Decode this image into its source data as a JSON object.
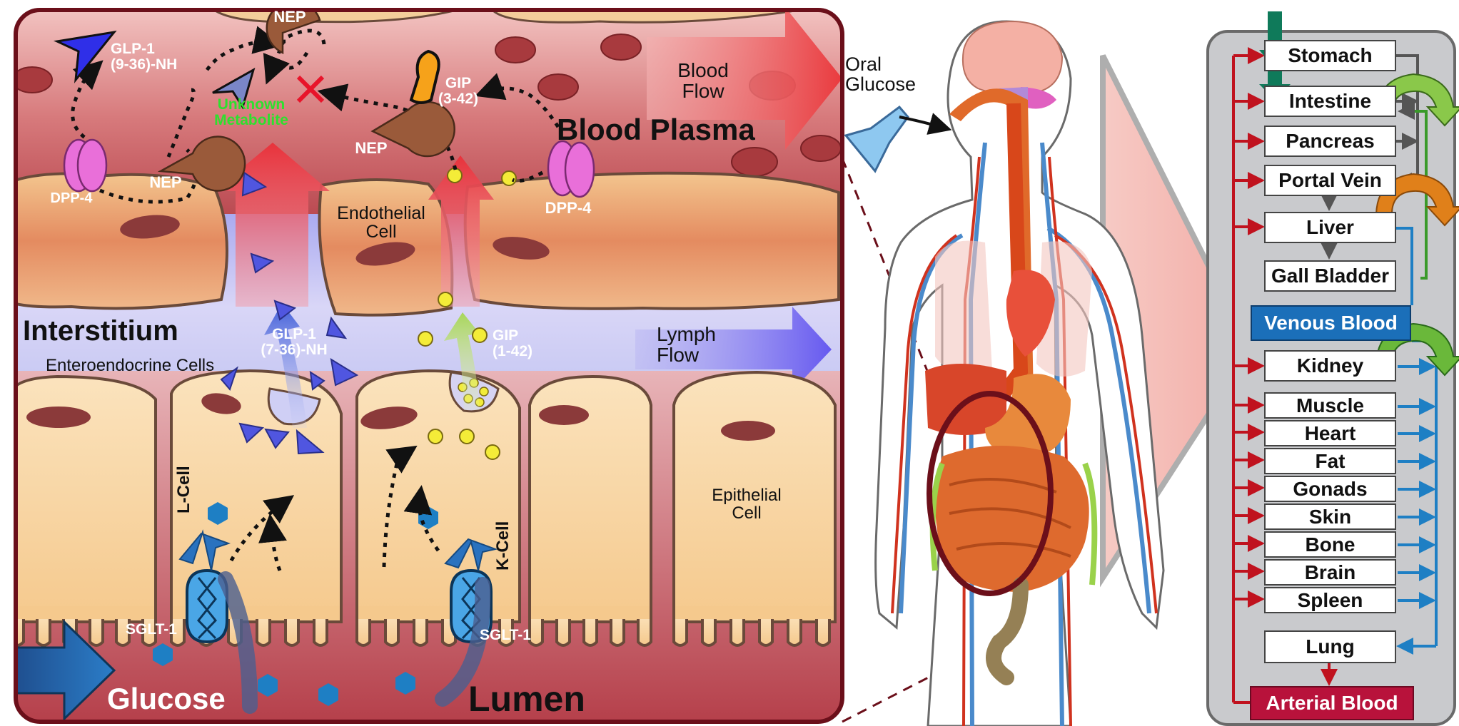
{
  "colors": {
    "plasma": "#b8464e",
    "interstitium": "#c9c8f5",
    "lumen": "#b53f4a",
    "cell": "#f7d3a0",
    "nucleus": "#8b3a3a",
    "glp1": "#4a55d6",
    "gip": "#f6a21a",
    "nep": "#9a5a3a",
    "dpp4": "#e96fd9",
    "glucose": "#1e7fc4",
    "venous": "#1b6fb9",
    "arterial": "#b8123b",
    "artery_line": "#c0121e",
    "vein_line": "#1e7fc4"
  },
  "panel_left": {
    "region_labels": {
      "blood_plasma": "Blood Plasma",
      "interstitium": "Interstitium",
      "lumen": "Lumen",
      "glucose": "Glucose"
    },
    "flows": {
      "blood_flow": [
        "Blood",
        "Flow"
      ],
      "lymph_flow": [
        "Lymph",
        "Flow"
      ]
    },
    "cells": {
      "enteroendocrine": "Enteroendocrine Cells",
      "endothelial": [
        "Endothelial",
        "Cell"
      ],
      "epithelial": [
        "Epithelial",
        "Cell"
      ],
      "l_cell": "L-Cell",
      "k_cell": "K-Cell"
    },
    "molecules": {
      "glp1_inactive": [
        "GLP-1",
        "(9-36)-NH"
      ],
      "glp1_active": [
        "GLP-1",
        "(7-36)-NH"
      ],
      "gip_inactive": [
        "GIP",
        "(3-42)"
      ],
      "gip_active": [
        "GIP",
        "(1-42)"
      ],
      "unknown_metabolite": [
        "Unknown",
        "Metabolite"
      ],
      "nep": "NEP",
      "dpp4": "DPP-4",
      "sglt1": "SGLT-1"
    }
  },
  "body": {
    "oral_glucose": [
      "Oral",
      "Glucose"
    ]
  },
  "panel_right": {
    "organs": [
      {
        "label": "Stomach",
        "kind": "gi"
      },
      {
        "label": "Intestine",
        "kind": "gi"
      },
      {
        "label": "Pancreas",
        "kind": "gi"
      },
      {
        "label": "Portal Vein",
        "kind": "gi"
      },
      {
        "label": "Liver",
        "kind": "liver"
      },
      {
        "label": "Gall Bladder",
        "kind": "liver"
      },
      {
        "label": "Kidney",
        "kind": "peripheral"
      },
      {
        "label": "Muscle",
        "kind": "peripheral"
      },
      {
        "label": "Heart",
        "kind": "peripheral"
      },
      {
        "label": "Fat",
        "kind": "peripheral"
      },
      {
        "label": "Gonads",
        "kind": "peripheral"
      },
      {
        "label": "Skin",
        "kind": "peripheral"
      },
      {
        "label": "Bone",
        "kind": "peripheral"
      },
      {
        "label": "Brain",
        "kind": "peripheral"
      },
      {
        "label": "Spleen",
        "kind": "peripheral"
      },
      {
        "label": "Lung",
        "kind": "lung"
      }
    ],
    "venous_blood": "Venous Blood",
    "arterial_blood": "Arterial Blood"
  }
}
